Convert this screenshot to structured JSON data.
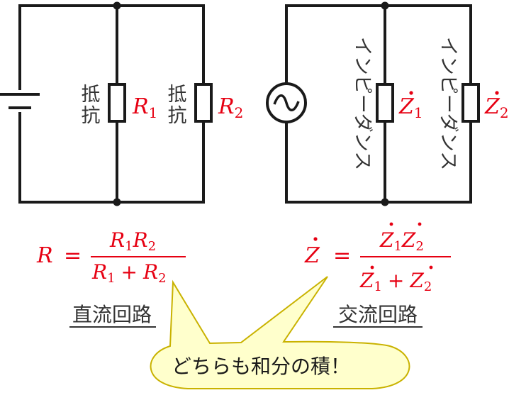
{
  "dc": {
    "resistor_label": "抵抗",
    "r1": {
      "symbol": "R",
      "sub": "1"
    },
    "r2": {
      "symbol": "R",
      "sub": "2"
    },
    "formula": {
      "lhs": "R",
      "eq": "=",
      "num_a": "R",
      "num_a_sub": "1",
      "num_b": "R",
      "num_b_sub": "2",
      "den_a": "R",
      "den_a_sub": "1",
      "plus": "+",
      "den_b": "R",
      "den_b_sub": "2"
    },
    "caption": "直流回路"
  },
  "ac": {
    "impedance_label": "インピーダンス",
    "z1": {
      "symbol": "Z",
      "sub": "1"
    },
    "z2": {
      "symbol": "Z",
      "sub": "2"
    },
    "formula": {
      "lhs": "Z",
      "eq": "=",
      "num_a": "Z",
      "num_a_sub": "1",
      "num_b": "Z",
      "num_b_sub": "2",
      "den_a": "Z",
      "den_a_sub": "1",
      "plus": "+",
      "den_b": "Z",
      "den_b_sub": "2"
    },
    "caption": "交流回路"
  },
  "callout": {
    "text": "どちらも和分の積！"
  },
  "colors": {
    "accent": "#e60012",
    "bubble_fill": "#ffffcc",
    "bubble_stroke": "#c9b200",
    "ink": "#1a1a1a"
  }
}
